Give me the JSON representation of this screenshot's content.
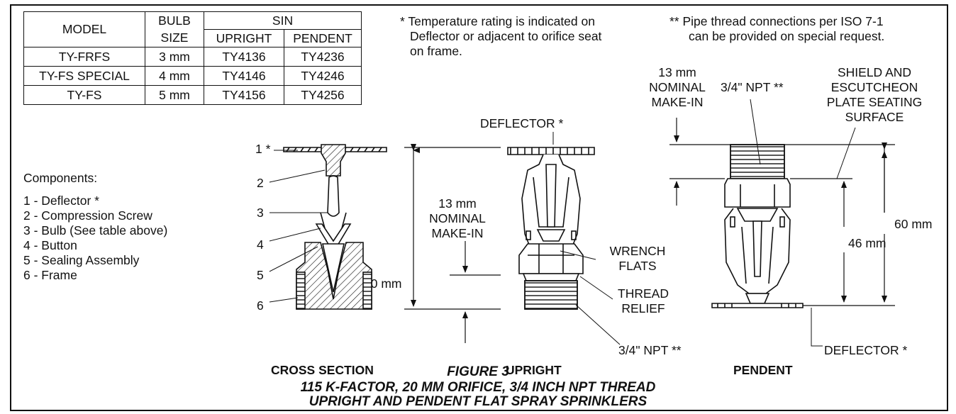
{
  "table": {
    "headers": {
      "model": "MODEL",
      "bulb_line1": "BULB",
      "bulb_line2": "SIZE",
      "sin": "SIN",
      "upright": "UPRIGHT",
      "pendent": "PENDENT"
    },
    "rows": [
      {
        "model": "TY-FRFS",
        "bulb": "3 mm",
        "upright": "TY4136",
        "pendent": "TY4236"
      },
      {
        "model": "TY-FS SPECIAL",
        "bulb": "4 mm",
        "upright": "TY4146",
        "pendent": "TY4246"
      },
      {
        "model": "TY-FS",
        "bulb": "5 mm",
        "upright": "TY4156",
        "pendent": "TY4256"
      }
    ]
  },
  "notes": {
    "temperature": [
      "* Temperature rating is indicated on",
      "Deflector or adjacent to orifice seat",
      "on frame."
    ],
    "pipe_thread": [
      "** Pipe thread connections per ISO 7-1",
      "can be provided on special request."
    ]
  },
  "components": {
    "title": "Components:",
    "items": [
      "1 - Deflector *",
      "2 - Compression Screw",
      "3 - Bulb (See table above)",
      "4 - Button",
      "5 - Sealing Assembly",
      "6 - Frame"
    ]
  },
  "cross_section": {
    "numbers": [
      "1 *",
      "2",
      "3",
      "4",
      "5",
      "6"
    ],
    "label": "CROSS SECTION",
    "dim_60": "60 mm",
    "makein": [
      "13 mm",
      "NOMINAL",
      "MAKE-IN"
    ]
  },
  "upright": {
    "label": "UPRIGHT",
    "deflector": "DEFLECTOR *",
    "wrench": [
      "WRENCH",
      "FLATS"
    ],
    "thread_relief": [
      "THREAD",
      "RELIEF"
    ],
    "npt": "3/4\" NPT **"
  },
  "pendent": {
    "label": "PENDENT",
    "makein": [
      "13 mm",
      "NOMINAL",
      "MAKE-IN"
    ],
    "npt": "3/4\" NPT **",
    "shield": [
      "SHIELD AND",
      "ESCUTCHEON",
      "PLATE SEATING",
      "SURFACE"
    ],
    "dim_60": "60 mm",
    "dim_46": "46 mm",
    "deflector": "DEFLECTOR *"
  },
  "caption": {
    "figure": "FIGURE 3",
    "line1": "115 K-FACTOR, 20 MM ORIFICE, 3/4 INCH NPT THREAD",
    "line2": "UPRIGHT AND PENDENT FLAT SPRAY SPRINKLERS"
  }
}
